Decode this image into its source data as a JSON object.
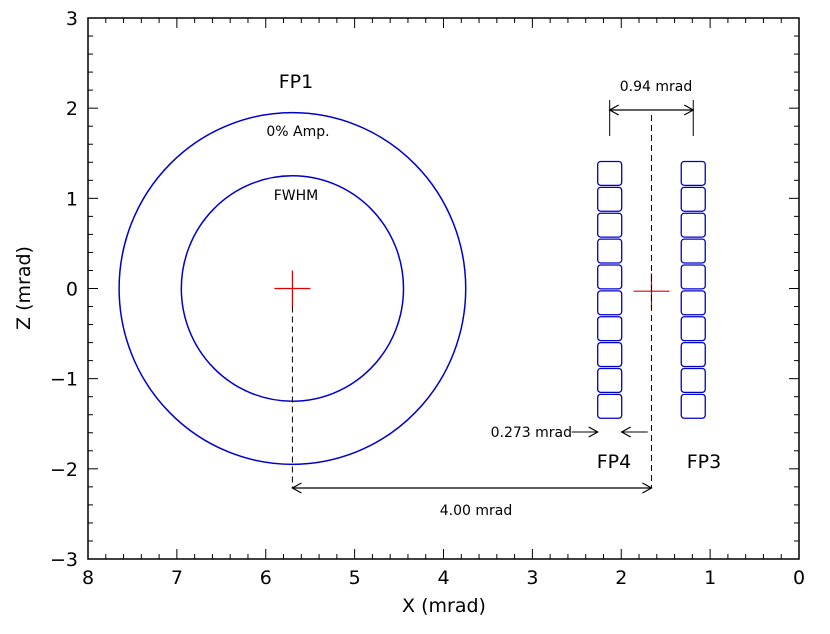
{
  "chart_data": {
    "type": "scatter",
    "xlabel": "X (mrad)",
    "ylabel": "Z (mrad)",
    "xlim": [
      8,
      0
    ],
    "ylim": [
      -3,
      3
    ],
    "x_ticks": [
      "8",
      "7",
      "6",
      "5",
      "4",
      "3",
      "2",
      "1",
      "0"
    ],
    "y_ticks": [
      "−3",
      "−2",
      "−1",
      "0",
      "1",
      "2",
      "3"
    ],
    "colors": {
      "circles": "#0000cc",
      "detectors": "#0000cc",
      "centers": "#dd0000",
      "dimensions": "#000000"
    },
    "fp1": {
      "label": "FP1",
      "center": [
        5.7,
        0.0
      ],
      "circles": [
        {
          "label": "0% Amp.",
          "radius": 1.95
        },
        {
          "label": "FWHM",
          "radius": 1.25
        }
      ]
    },
    "detector_arrays": [
      {
        "label": "FP4",
        "x": 2.13,
        "z_min": -1.45,
        "z_max": 1.42,
        "count": 10
      },
      {
        "label": "FP3",
        "x": 1.19,
        "z_min": -1.45,
        "z_max": 1.42,
        "count": 10
      }
    ],
    "array_center": [
      1.66,
      -0.03
    ],
    "dimensions": [
      {
        "label": "0.94 mrad",
        "value": 0.94
      },
      {
        "label": "0.273 mrad",
        "value": 0.273
      },
      {
        "label": "4.00 mrad",
        "value": 4.0
      }
    ]
  }
}
